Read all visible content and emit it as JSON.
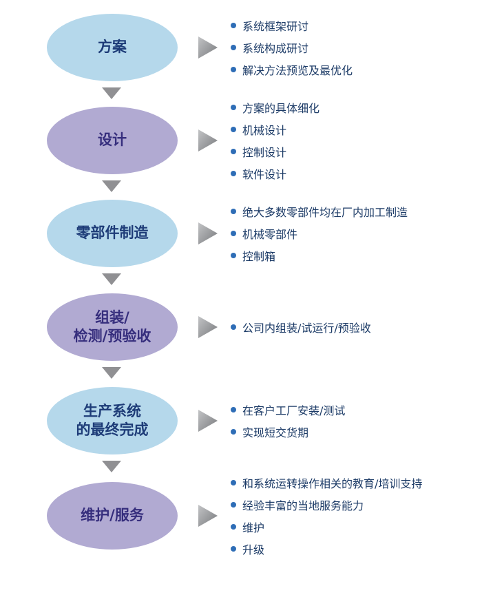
{
  "colors": {
    "background": "#ffffff",
    "oval_blue": "#b5d8eb",
    "oval_purple": "#b1aad2",
    "label_blue": "#1e3c78",
    "label_purple": "#362e7d",
    "bullet_dot": "#2e6db6",
    "bullet_text": "#1b3a66",
    "arrow": "#909093"
  },
  "stages": [
    {
      "theme": "blue",
      "label": "方案",
      "bullets": [
        "系统框架研讨",
        "系统构成研讨",
        "解决方法预览及最优化"
      ]
    },
    {
      "theme": "purple",
      "label": "设计",
      "bullets": [
        "方案的具体细化",
        "机械设计",
        "控制设计",
        "软件设计"
      ]
    },
    {
      "theme": "blue",
      "label": "零部件制造",
      "bullets": [
        "绝大多数零部件均在厂内加工制造",
        "机械零部件",
        "控制箱"
      ]
    },
    {
      "theme": "purple",
      "label": "组装/\n检测/预验收",
      "bullets": [
        "公司内组装/试运行/预验收"
      ]
    },
    {
      "theme": "blue",
      "label": "生产系统\n的最终完成",
      "bullets": [
        "在客户工厂安装/测试",
        "实现短交货期"
      ]
    },
    {
      "theme": "purple",
      "label": "维护/服务",
      "bullets": [
        "和系统运转操作相关的教育/培训支持",
        "经验丰富的当地服务能力",
        "维护",
        "升级"
      ]
    }
  ]
}
